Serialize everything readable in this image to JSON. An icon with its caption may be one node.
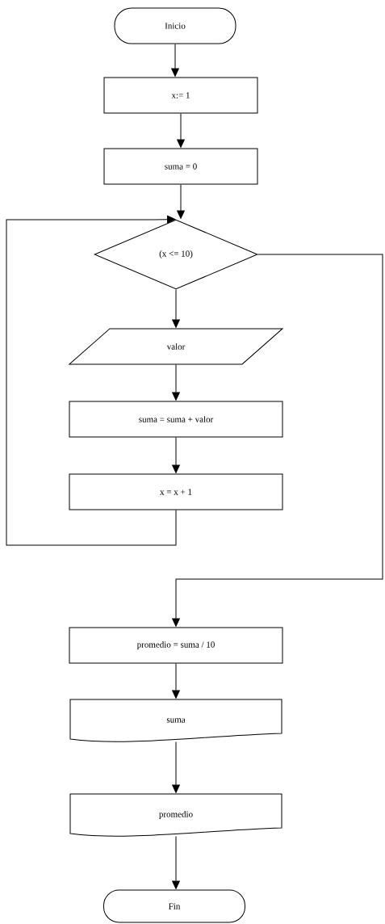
{
  "diagram": {
    "nodes": [
      {
        "text": [
          "Inicio"
        ]
      },
      {
        "text": [
          "x:= 1"
        ]
      },
      {
        "text": [
          "suma = 0"
        ]
      },
      {
        "text": [
          "(x <= 10)"
        ]
      },
      {
        "text": [
          "valor"
        ]
      },
      {
        "text": [
          "suma = suma + valor"
        ]
      },
      {
        "text": [
          "x = x + 1"
        ]
      },
      {
        "text": [
          "promedio = suma / 10"
        ]
      },
      {
        "text": [
          "suma"
        ]
      },
      {
        "text": [
          "promedio"
        ]
      },
      {
        "text": [
          "Fin"
        ]
      }
    ],
    "edges": [
      {
        "from": 0,
        "to": 1,
        "arrow": "to"
      },
      {
        "from": 1,
        "to": 2,
        "arrow": "to"
      },
      {
        "from": 2,
        "to": 3,
        "arrow": "to"
      },
      {
        "from": 3,
        "to": 4,
        "arrow": "to"
      },
      {
        "from": 4,
        "to": 5,
        "arrow": "to"
      },
      {
        "from": 5,
        "to": 6,
        "arrow": "to"
      },
      {
        "from": 6,
        "to": 3,
        "arrow": "to"
      },
      {
        "from": 3,
        "to": 7,
        "arrow": "to"
      },
      {
        "from": 7,
        "to": 8,
        "arrow": "to"
      },
      {
        "from": 8,
        "to": 9,
        "arrow": "to"
      },
      {
        "from": 9,
        "to": 10,
        "arrow": "to"
      }
    ]
  }
}
